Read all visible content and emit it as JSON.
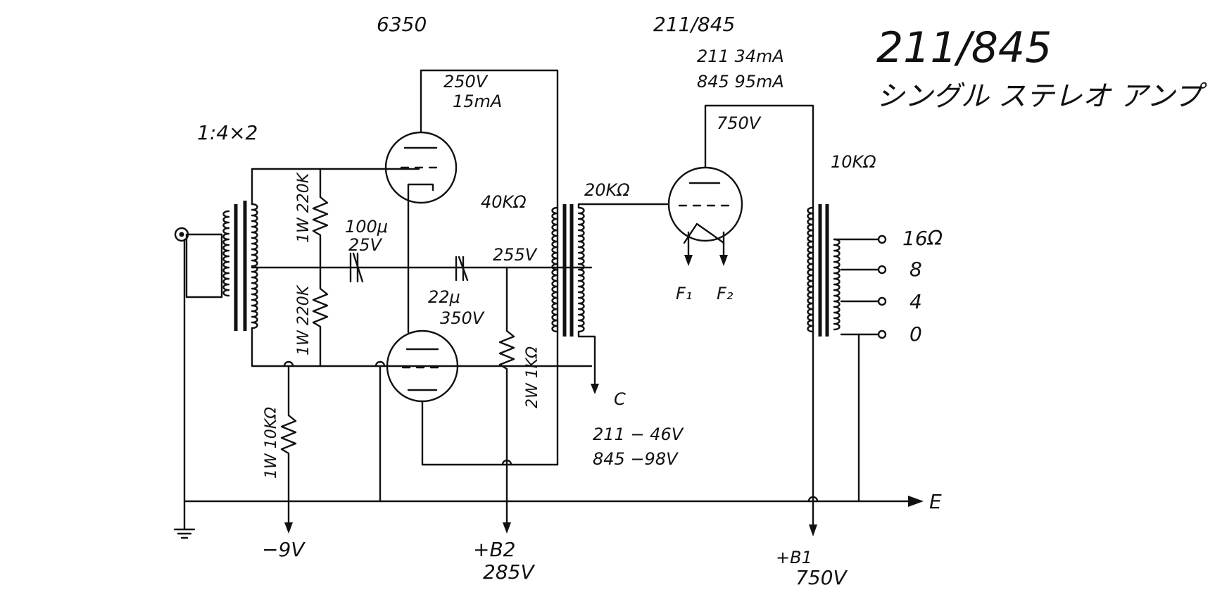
{
  "title": "211/845",
  "subtitle": "シングル ステレオ アンプ",
  "tubes": {
    "driver": "6350",
    "output": "211/845"
  },
  "labels": {
    "input_transformer": "1:4×2",
    "plate_driver_v": "250V",
    "plate_driver_i": "15mA",
    "r_grid_top": "1W 220K",
    "r_grid_bottom": "1W 220K",
    "cap1_value": "100μ",
    "cap1_voltage": "25V",
    "cap2_value": "22μ",
    "cap2_voltage": "350V",
    "interstage_primary": "40KΩ",
    "interstage_secondary": "20KΩ",
    "supply_255": "255V",
    "r_cathode": "2W 1KΩ",
    "r_bias": "1W 10KΩ",
    "output_current_211": "211 34mA",
    "output_current_845": "845 95mA",
    "output_plate_v": "750V",
    "output_transformer": "10KΩ",
    "filament_1": "F₁",
    "filament_2": "F₂",
    "bias_c": "C",
    "bias_211": "211 − 46V",
    "bias_845": "845 −98V",
    "tap_16": "16Ω",
    "tap_8": "8",
    "tap_4": "4",
    "tap_0": "0",
    "ground_e": "E",
    "neg_9v": "−9V",
    "b2_label": "+B2",
    "b2_value": "285V",
    "b1_label": "+B1",
    "b1_value": "750V"
  }
}
